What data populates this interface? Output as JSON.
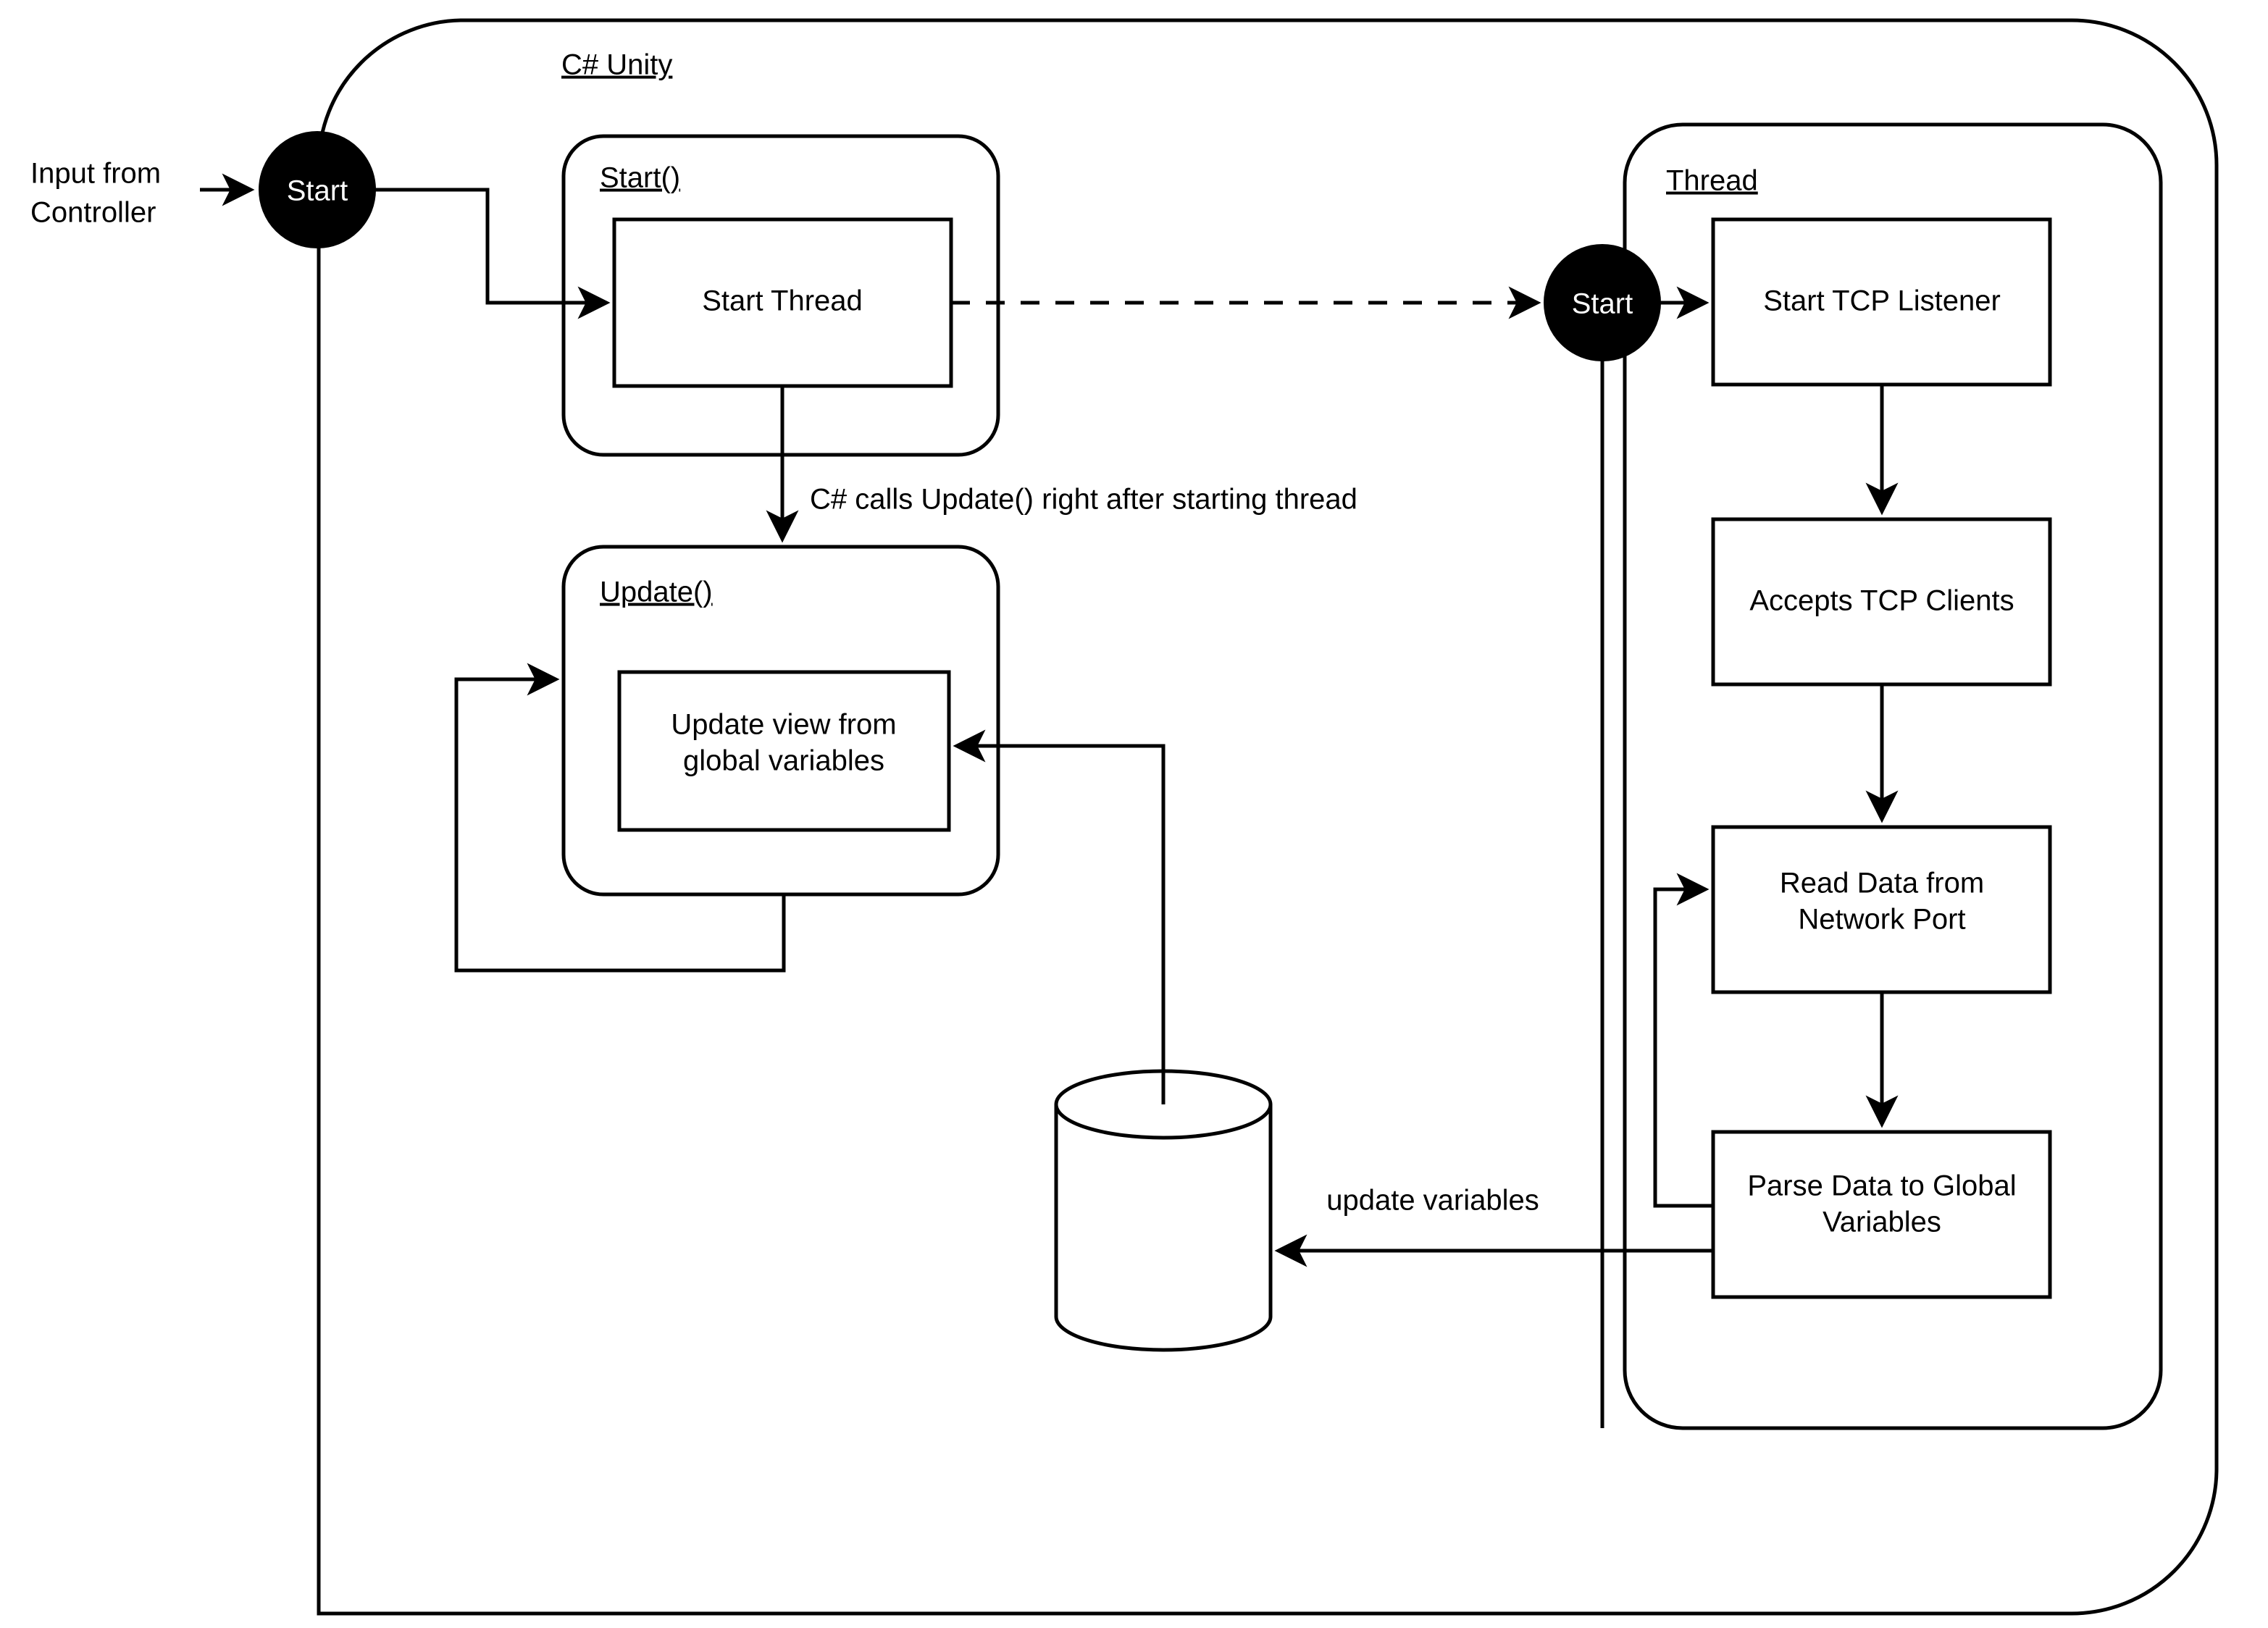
{
  "diagram": {
    "title_hidden": "",
    "swimlanes": [
      {
        "id": "csharp-unity",
        "label": "C# Unity"
      },
      {
        "id": "start-method",
        "label": "Start()"
      },
      {
        "id": "update-method",
        "label": "Update()"
      },
      {
        "id": "thread",
        "label": "Thread"
      }
    ],
    "start_nodes": [
      {
        "id": "start-main",
        "label": "Start"
      },
      {
        "id": "start-thread-node",
        "label": "Start"
      }
    ],
    "process_nodes": [
      {
        "id": "start-thread-box",
        "label": "Start Thread"
      },
      {
        "id": "update-view-box",
        "label": "Update view from\nglobal variables",
        "line1": "Update view from",
        "line2": "global variables"
      },
      {
        "id": "start-tcp-listener",
        "label": "Start TCP Listener"
      },
      {
        "id": "accepts-tcp-clients",
        "label": "Accepts TCP Clients"
      },
      {
        "id": "read-data",
        "label": "Read Data from\nNetwork Port",
        "line1": "Read Data from",
        "line2": "Network Port"
      },
      {
        "id": "parse-data",
        "label": "Parse Data to Global\nVariables",
        "line1": "Parse Data to Global",
        "line2": "Variables"
      }
    ],
    "datastore": {
      "id": "global-variables-store",
      "label": ""
    },
    "external_labels": {
      "input_line1": "Input from",
      "input_line2": "Controller",
      "update_note": "C# calls Update() right after starting thread",
      "update_variables": "update variables"
    },
    "colors": {
      "stroke": "#000000",
      "fill": "#ffffff",
      "start_node_fill": "#000000",
      "start_node_text": "#ffffff"
    }
  }
}
